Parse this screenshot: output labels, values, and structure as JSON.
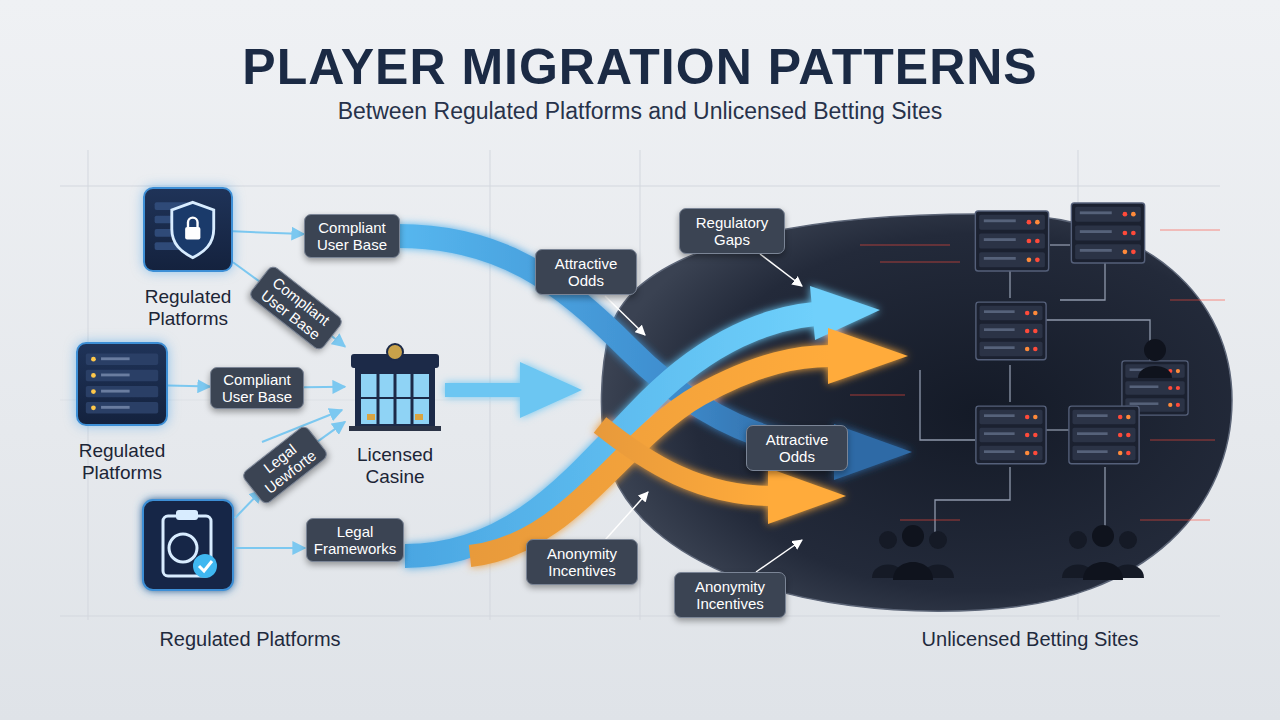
{
  "diagram": {
    "title": "PLAYER MIGRATION PATTERNS",
    "nodes": [
      {
        "text": [
          "Regulated Platforms"
        ]
      },
      {
        "text": [
          "Compliant User Base"
        ]
      },
      {
        "text": [
          "Compliant User Base"
        ]
      },
      {
        "text": [
          "Regulated Platforms"
        ]
      },
      {
        "text": [
          "Compliant User Base"
        ]
      },
      {
        "text": [
          "Licensed Casine"
        ]
      },
      {
        "text": [
          "Legal Uewforte"
        ]
      },
      {
        "text": [
          "Legal Frameworks"
        ]
      },
      {
        "text": [
          "Attractive Odds"
        ]
      },
      {
        "text": [
          "Regulatory Gaps"
        ]
      },
      {
        "text": [
          "Attractive Odds"
        ]
      },
      {
        "text": [
          "Anonymity Incentives"
        ]
      },
      {
        "text": [
          "Anonymity Incentives"
        ]
      }
    ],
    "edges": [
      {
        "from": 0,
        "to": 1,
        "arrow": "to"
      },
      {
        "from": 0,
        "to": 2,
        "arrow": "none"
      },
      {
        "from": 2,
        "to": 5,
        "arrow": "to"
      },
      {
        "from": 3,
        "to": 4,
        "arrow": "to"
      },
      {
        "from": 4,
        "to": 5,
        "arrow": "to"
      },
      {
        "from": 6,
        "to": 5,
        "arrow": "to"
      }
    ],
    "labels": [
      "Between Regulated Platforms and Unlicensed Betting Sites",
      "Regulated Platforms",
      "Unlicensed Betting Sites"
    ]
  }
}
